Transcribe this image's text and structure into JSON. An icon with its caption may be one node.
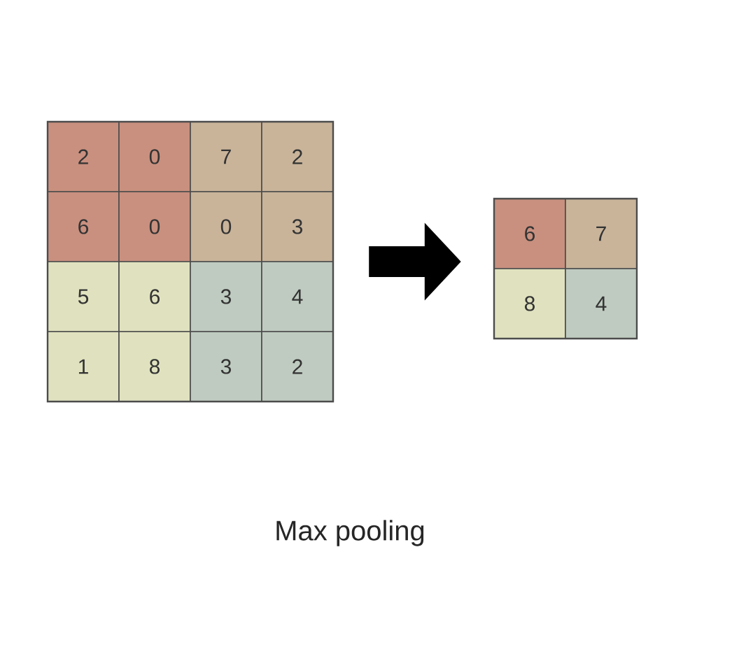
{
  "diagram": {
    "caption": "Max pooling",
    "nodes": [
      {
        "text": [],
        "shape": "box"
      },
      {
        "text": [
          "2"
        ],
        "in": 0
      },
      {
        "text": [
          "0"
        ],
        "in": 0
      },
      {
        "text": [
          "7"
        ],
        "in": 0
      },
      {
        "text": [
          "2"
        ],
        "in": 0
      },
      {
        "text": [
          "6"
        ],
        "in": 0
      },
      {
        "text": [
          "0"
        ],
        "in": 0
      },
      {
        "text": [
          "0"
        ],
        "in": 0
      },
      {
        "text": [
          "3"
        ],
        "in": 0
      },
      {
        "text": [
          "5"
        ],
        "in": 0
      },
      {
        "text": [
          "6"
        ],
        "in": 0
      },
      {
        "text": [
          "3"
        ],
        "in": 0
      },
      {
        "text": [
          "4"
        ],
        "in": 0
      },
      {
        "text": [
          "1"
        ],
        "in": 0
      },
      {
        "text": [
          "8"
        ],
        "in": 0
      },
      {
        "text": [
          "3"
        ],
        "in": 0
      },
      {
        "text": [
          "2"
        ],
        "in": 0
      },
      {
        "text": [],
        "shape": "box"
      },
      {
        "text": [
          "6"
        ],
        "in": 17
      },
      {
        "text": [
          "7"
        ],
        "in": 17
      },
      {
        "text": [
          "8"
        ],
        "in": 17
      },
      {
        "text": [
          "4"
        ],
        "in": 17
      }
    ],
    "edges": [
      {
        "from": 0,
        "to": 17,
        "arrow": "to"
      }
    ]
  }
}
